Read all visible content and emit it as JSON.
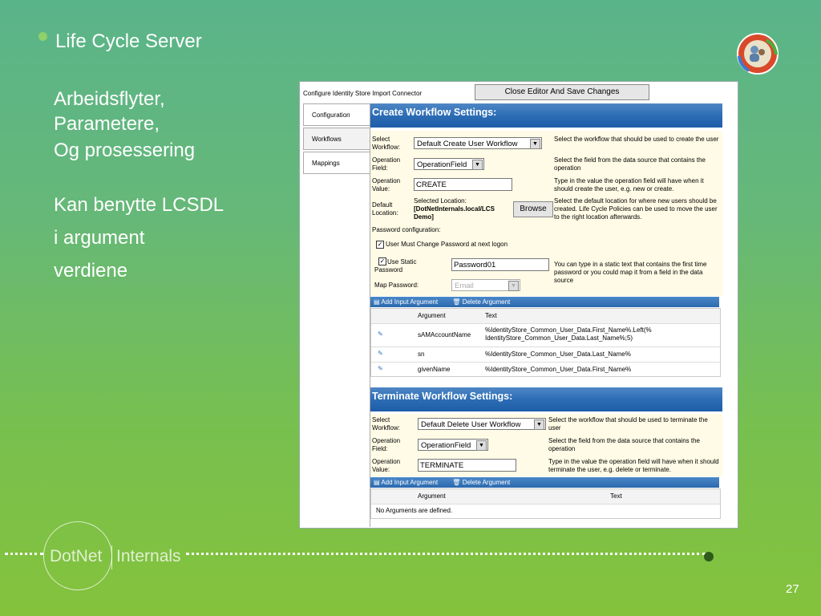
{
  "slide": {
    "title": "Life Cycle Server",
    "bullets": [
      "Arbeidsflyter,",
      "Parametere,",
      "Og prosessering",
      "Kan benytte LCSDL",
      "i argument",
      "verdiene"
    ],
    "footer_brand": {
      "left": "DotNet",
      "right": "Internals"
    },
    "page_number": "27"
  },
  "editor": {
    "window_title": "Configure Identity Store Import Connector",
    "close_button": "Close Editor And Save Changes",
    "tabs": [
      "Configuration",
      "Workflows",
      "Mappings"
    ],
    "create": {
      "heading": "Create Workflow Settings:",
      "select_workflow_label": "Select Workflow:",
      "select_workflow_value": "Default Create User Workflow",
      "select_workflow_help": "Select the workflow that should be used to create the user",
      "operation_field_label": "Operation Field:",
      "operation_field_value": "OperationField",
      "operation_field_help": "Select the field from the data source that contains the operation",
      "operation_value_label": "Operation Value:",
      "operation_value_value": "CREATE",
      "operation_value_help": "Type in the value the operation field will have when it should create the user, e.g. new or create.",
      "default_location_label": "Default Location:",
      "selected_location_label": "Selected Location:",
      "selected_location_value": "[DotNetInternals.local/LCS Demo]",
      "browse_button": "Browse",
      "default_location_help": "Select the default location for where new users should be created. Life Cycle Policies can be used to move the user to the right location afterwards.",
      "password_config_label": "Password configuration:",
      "must_change_label": "User Must Change Password at next logon",
      "use_static_label": "Use Static Password",
      "static_password_value": "Password01",
      "static_password_help": "You can type in a static text that contains the first time password or you could map it from a field in the data source",
      "map_password_label": "Map Password:",
      "map_password_value": "Email",
      "add_argument": "Add Input Argument",
      "delete_argument": "Delete Argument",
      "arg_headers": [
        "Argument",
        "Text"
      ],
      "args": [
        {
          "argument": "sAMAccountName",
          "text": "%IdentityStore_Common_User_Data.First_Name%.Left(% IdentityStore_Common_User_Data.Last_Name%;5)"
        },
        {
          "argument": "sn",
          "text": "%IdentityStore_Common_User_Data.Last_Name%"
        },
        {
          "argument": "givenName",
          "text": "%IdentityStore_Common_User_Data.First_Name%"
        }
      ]
    },
    "terminate": {
      "heading": "Terminate Workflow Settings:",
      "select_workflow_label": "Select Workflow:",
      "select_workflow_value": "Default Delete User Workflow",
      "select_workflow_help": "Select the workflow that should be used to terminate the user",
      "operation_field_label": "Operation Field:",
      "operation_field_value": "OperationField",
      "operation_field_help": "Select the field from the data source that contains the operation",
      "operation_value_label": "Operation Value:",
      "operation_value_value": "TERMINATE",
      "operation_value_help": "Type in the value the operation field will have when it should terminate the user, e.g. delete or terminate.",
      "add_argument": "Add Input Argument",
      "delete_argument": "Delete Argument",
      "arg_headers": [
        "Argument",
        "Text"
      ],
      "empty_text": "No Arguments are defined."
    }
  }
}
